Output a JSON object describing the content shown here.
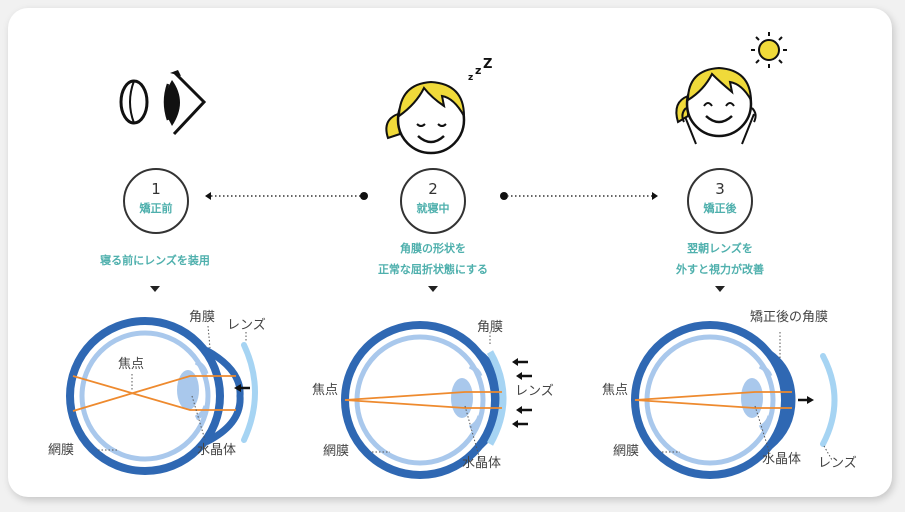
{
  "steps": [
    {
      "number": "1",
      "name": "矯正前",
      "caption_lines": [
        "寝る前にレンズを装用"
      ],
      "illustration": "contact-lens-and-eye-icon",
      "diagram_labels": {
        "cornea": "角膜",
        "lens": "レンズ",
        "focus": "焦点",
        "retina": "網膜",
        "crystalline_lens": "水晶体"
      }
    },
    {
      "number": "2",
      "name": "就寝中",
      "caption_lines": [
        "角膜の形状を",
        "正常な屈折状態にする"
      ],
      "illustration": "sleeping-girl-icon",
      "sleep_text": "zzZ",
      "diagram_labels": {
        "cornea": "角膜",
        "lens": "レンズ",
        "focus": "焦点",
        "retina": "網膜",
        "crystalline_lens": "水晶体"
      }
    },
    {
      "number": "3",
      "name": "矯正後",
      "caption_lines": [
        "翌朝レンズを",
        "外すと視力が改善"
      ],
      "illustration": "happy-girl-with-sun-icon",
      "diagram_labels": {
        "cornea": "矯正後の角膜",
        "lens": "レンズ",
        "focus": "焦点",
        "retina": "網膜",
        "crystalline_lens": "水晶体"
      }
    }
  ],
  "colors": {
    "teal_text": "#4fb0ad",
    "eye_outer": "#2f68b3",
    "eye_inner": "#a9c8ec",
    "contact_lens": "#a6d4f3",
    "light_ray": "#ee8a2e",
    "hair": "#f0da3a"
  }
}
